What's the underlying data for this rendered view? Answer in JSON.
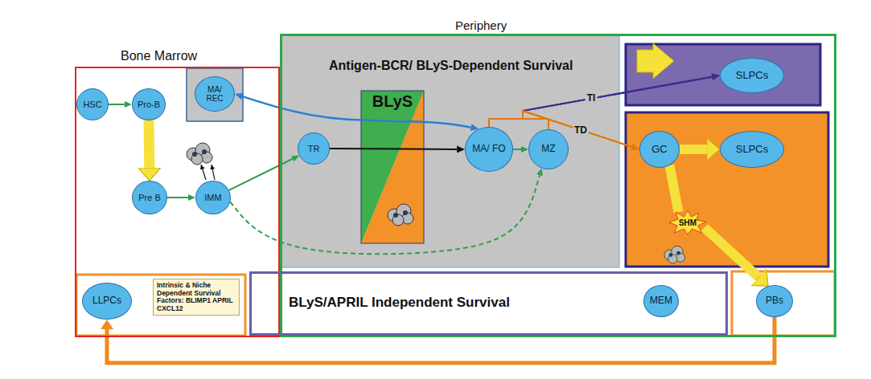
{
  "diagram": {
    "nodes": [
      {
        "text": [
          "Bone Marrow"
        ]
      },
      {
        "text": [
          "Periphery"
        ]
      },
      {
        "text": [
          "Antigen-BCR/ BLyS-Dependent Survival"
        ],
        "in": 1
      },
      {
        "text": [
          "MA/ REC"
        ],
        "in": 0
      },
      {
        "text": [
          "HSC"
        ],
        "in": 0
      },
      {
        "text": [
          "Pro-B"
        ],
        "in": 0
      },
      {
        "text": [
          "Pre B"
        ],
        "in": 0
      },
      {
        "text": [
          "IMM"
        ],
        "in": 0
      },
      {
        "text": [
          "TR"
        ],
        "in": 2
      },
      {
        "text": [
          "BLyS"
        ],
        "in": 2
      },
      {
        "text": [
          "MA/ FO"
        ],
        "in": 2
      },
      {
        "text": [
          "MZ"
        ],
        "in": 2
      },
      {
        "text": [
          "SLPCs"
        ],
        "in": 1
      },
      {
        "text": [
          "GC"
        ],
        "in": 1
      },
      {
        "text": [
          "SLPCs"
        ],
        "in": 1
      },
      {
        "text": [
          "SHM"
        ],
        "in": 1
      },
      {
        "text": [
          "BLyS/APRIL Independent Survival"
        ],
        "in": 1
      },
      {
        "text": [
          "MEM"
        ],
        "in": 16
      },
      {
        "text": [
          "PBs"
        ],
        "in": 1
      },
      {
        "text": [
          "LLPCs"
        ],
        "in": 0
      },
      {
        "text": [
          "Intrinsic & Niche Dependent Survival Factors: BLIMP1 APRIL CXCL12"
        ],
        "in": 0
      }
    ],
    "edges": [
      {
        "from": 4,
        "to": 5,
        "arrow": "to"
      },
      {
        "from": 5,
        "to": 6,
        "arrow": "to"
      },
      {
        "from": 6,
        "to": 7,
        "arrow": "to"
      },
      {
        "from": 7,
        "to": 8,
        "arrow": "to"
      },
      {
        "from": 7,
        "to": 11,
        "arrow": "to"
      },
      {
        "from": 8,
        "to": 10,
        "arrow": "to"
      },
      {
        "from": 10,
        "to": 11,
        "arrow": "to"
      },
      {
        "from": 3,
        "to": 10,
        "arrow": "both"
      },
      {
        "from": 10,
        "to": 12,
        "label": "TI",
        "arrow": "to"
      },
      {
        "from": 11,
        "to": 12,
        "arrow": "to"
      },
      {
        "from": 10,
        "to": 13,
        "label": "TD",
        "arrow": "to"
      },
      {
        "from": 11,
        "to": 13,
        "arrow": "to"
      },
      {
        "from": 13,
        "to": 14,
        "arrow": "to"
      },
      {
        "from": 13,
        "to": 15,
        "arrow": "none"
      },
      {
        "from": 15,
        "to": 18,
        "arrow": "to"
      },
      {
        "from": 18,
        "to": 19,
        "arrow": "to"
      }
    ]
  }
}
